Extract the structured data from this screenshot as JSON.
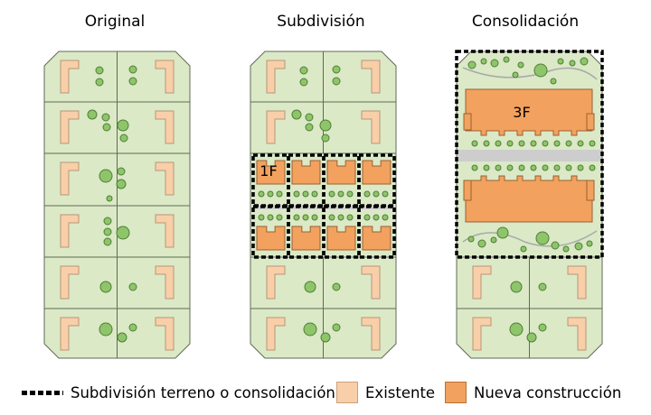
{
  "titles": {
    "original": "Original",
    "subdivision": "Subdivisión",
    "consolidation": "Consolidación"
  },
  "labels": {
    "one_floor": "1F",
    "three_floor": "3F"
  },
  "legend": {
    "boundary": "Subdivisión terreno o consolidación",
    "existing": "Existente",
    "new": "Nueva construcción"
  },
  "colors": {
    "site_green": "#dbe9c7",
    "site_border": "#5f6b55",
    "tree": "#8fc56a",
    "tree_border": "#4f7e36",
    "existing": "#f8cfa8",
    "new_construction": "#f2a15e",
    "boundary": "#000000",
    "road": "#cdcdcd"
  }
}
